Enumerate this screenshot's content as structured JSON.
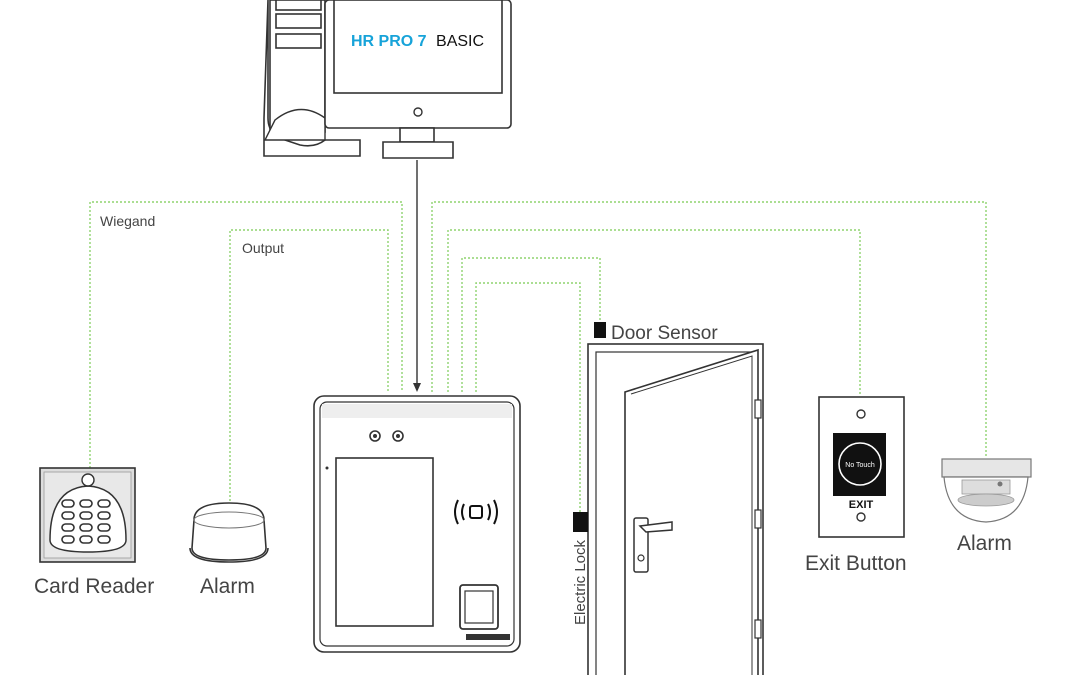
{
  "monitor": {
    "brand": "HR PRO 7",
    "edition": "BASIC"
  },
  "labels": {
    "wiegand": "Wiegand",
    "output": "Output",
    "door_sensor": "Door Sensor",
    "electric_lock": "Electric Lock",
    "card_reader": "Card Reader",
    "alarm_left": "Alarm",
    "exit_button": "Exit Button",
    "alarm_right": "Alarm",
    "no_touch": "No Touch",
    "exit": "EXIT"
  },
  "colors": {
    "wire": "#8fd36f",
    "brand": "#17a3d9",
    "dark": "#333333"
  }
}
